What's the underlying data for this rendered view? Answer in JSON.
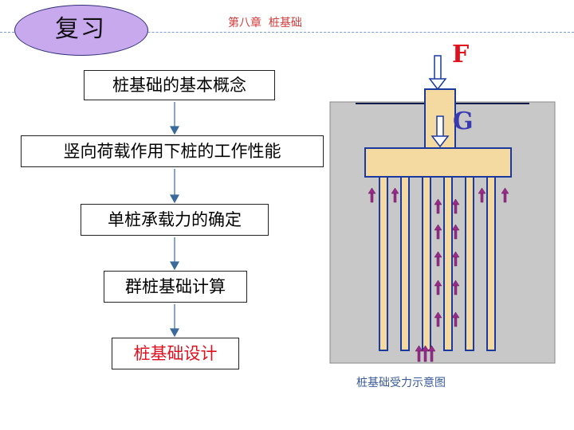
{
  "header": {
    "badge_label": "复习",
    "chapter_title": "第八章  桩基础"
  },
  "flow": {
    "steps": [
      {
        "label": "桩基础的基本概念",
        "highlight": false
      },
      {
        "label": "竖向荷载作用下桩的工作性能",
        "highlight": false
      },
      {
        "label": "单桩承载力的确定",
        "highlight": false
      },
      {
        "label": "群桩基础计算",
        "highlight": false
      },
      {
        "label": "桩基础设计",
        "highlight": true
      }
    ],
    "arrow_color": "#3a6a9a",
    "highlight_color": "#e0101e"
  },
  "diagram": {
    "load_f_label": "F",
    "load_g_label": "G",
    "caption": "桩基础受力示意图",
    "soil_color": "#c8c8c8",
    "cap_color": "#f4d9a0",
    "pile_outline_color": "#1a3aa0",
    "arrow_color": "#9a2a8a",
    "f_color": "#e0101e",
    "g_color": "#3a3ab0"
  }
}
